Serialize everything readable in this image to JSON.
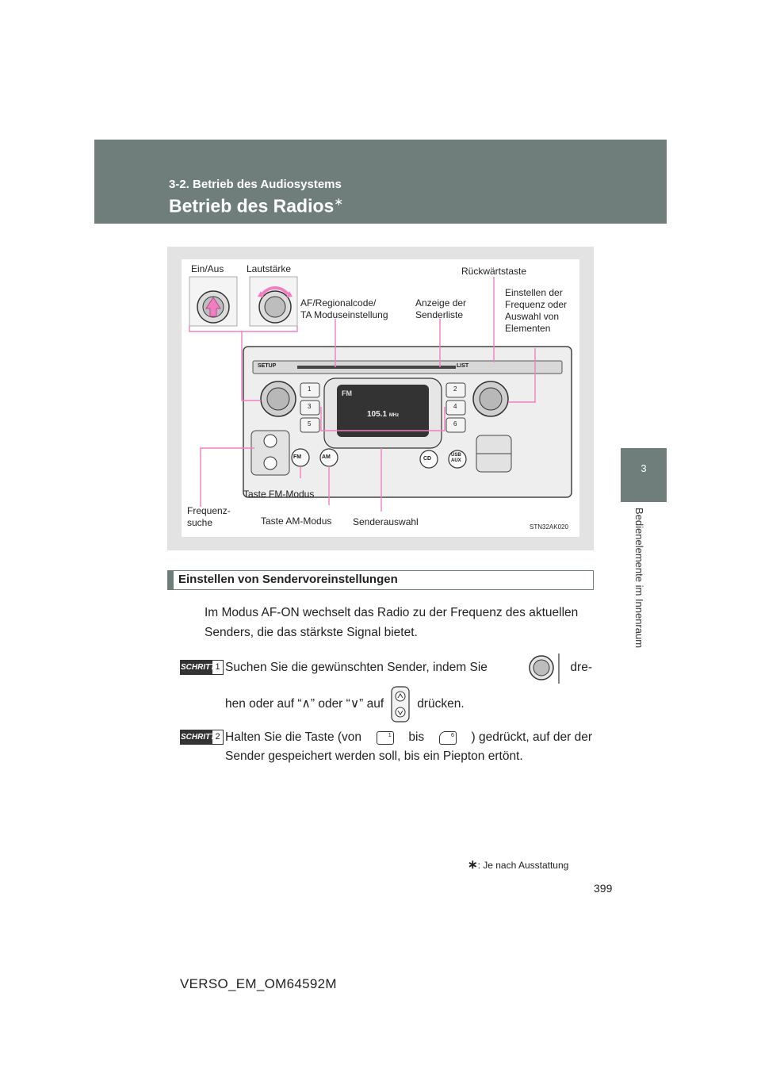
{
  "header": {
    "section_label": "3-2. Betrieb des Audiosystems",
    "title": "Betrieb des Radios",
    "title_mark": "∗"
  },
  "side_tab": {
    "chapter_number": "3",
    "chapter_title": "Bedienelemente im Innenraum"
  },
  "figure": {
    "callouts": {
      "power": "Ein/Aus",
      "volume": "Lautstärke",
      "back": "Rückwärtstaste",
      "af": [
        "AF/Regionalcode/",
        "TA Moduseinstellung"
      ],
      "list": [
        "Anzeige der",
        "Senderliste"
      ],
      "tune": [
        "Einstellen der",
        "Frequenz oder",
        "Auswahl von",
        "Elementen"
      ],
      "fm_mode": "Taste FM-Modus",
      "seek": [
        "Frequenz-",
        "suche"
      ],
      "am_mode": "Taste AM-Modus",
      "preset": "Senderauswahl"
    },
    "figure_code": "STN32AK020",
    "panel": {
      "setup": "SETUP",
      "list": "LIST",
      "band": "FM",
      "frequency": "105.1",
      "unit": "MHz",
      "fm": "FM",
      "am": "AM",
      "cd": "CD",
      "usb": "USB",
      "aux": "AUX",
      "presets": [
        "1",
        "2",
        "3",
        "4",
        "5",
        "6"
      ]
    }
  },
  "subsection": {
    "title": "Einstellen von Sendervoreinstellungen",
    "intro": "Im Modus AF-ON wechselt das Radio zu der Frequenz des aktuellen Senders, die das stärkste Signal bietet."
  },
  "steps": [
    {
      "badge": "SCHRITT",
      "number": "1",
      "text_a": "Suchen Sie die gewünschten Sender, indem Sie",
      "text_b": "dre-",
      "text_c": "hen oder auf “∧” oder “∨” auf",
      "text_d": "drücken."
    },
    {
      "badge": "SCHRITT",
      "number": "2",
      "text_a": "Halten Sie die Taste (von",
      "text_b": "bis",
      "text_c": ") gedrückt, auf der der",
      "text_d": "Sender gespeichert werden soll, bis ein Piepton ertönt.",
      "icon_from": "1",
      "icon_to": "6"
    }
  ],
  "footnote": {
    "mark": "∗",
    "text": ": Je nach Ausstattung"
  },
  "page_number": "399",
  "doc_code": "VERSO_EM_OM64592M",
  "colors": {
    "header": "#6f7d7b",
    "callout_line": "#f27ec1",
    "figure_bg": "#e3e3e3"
  }
}
